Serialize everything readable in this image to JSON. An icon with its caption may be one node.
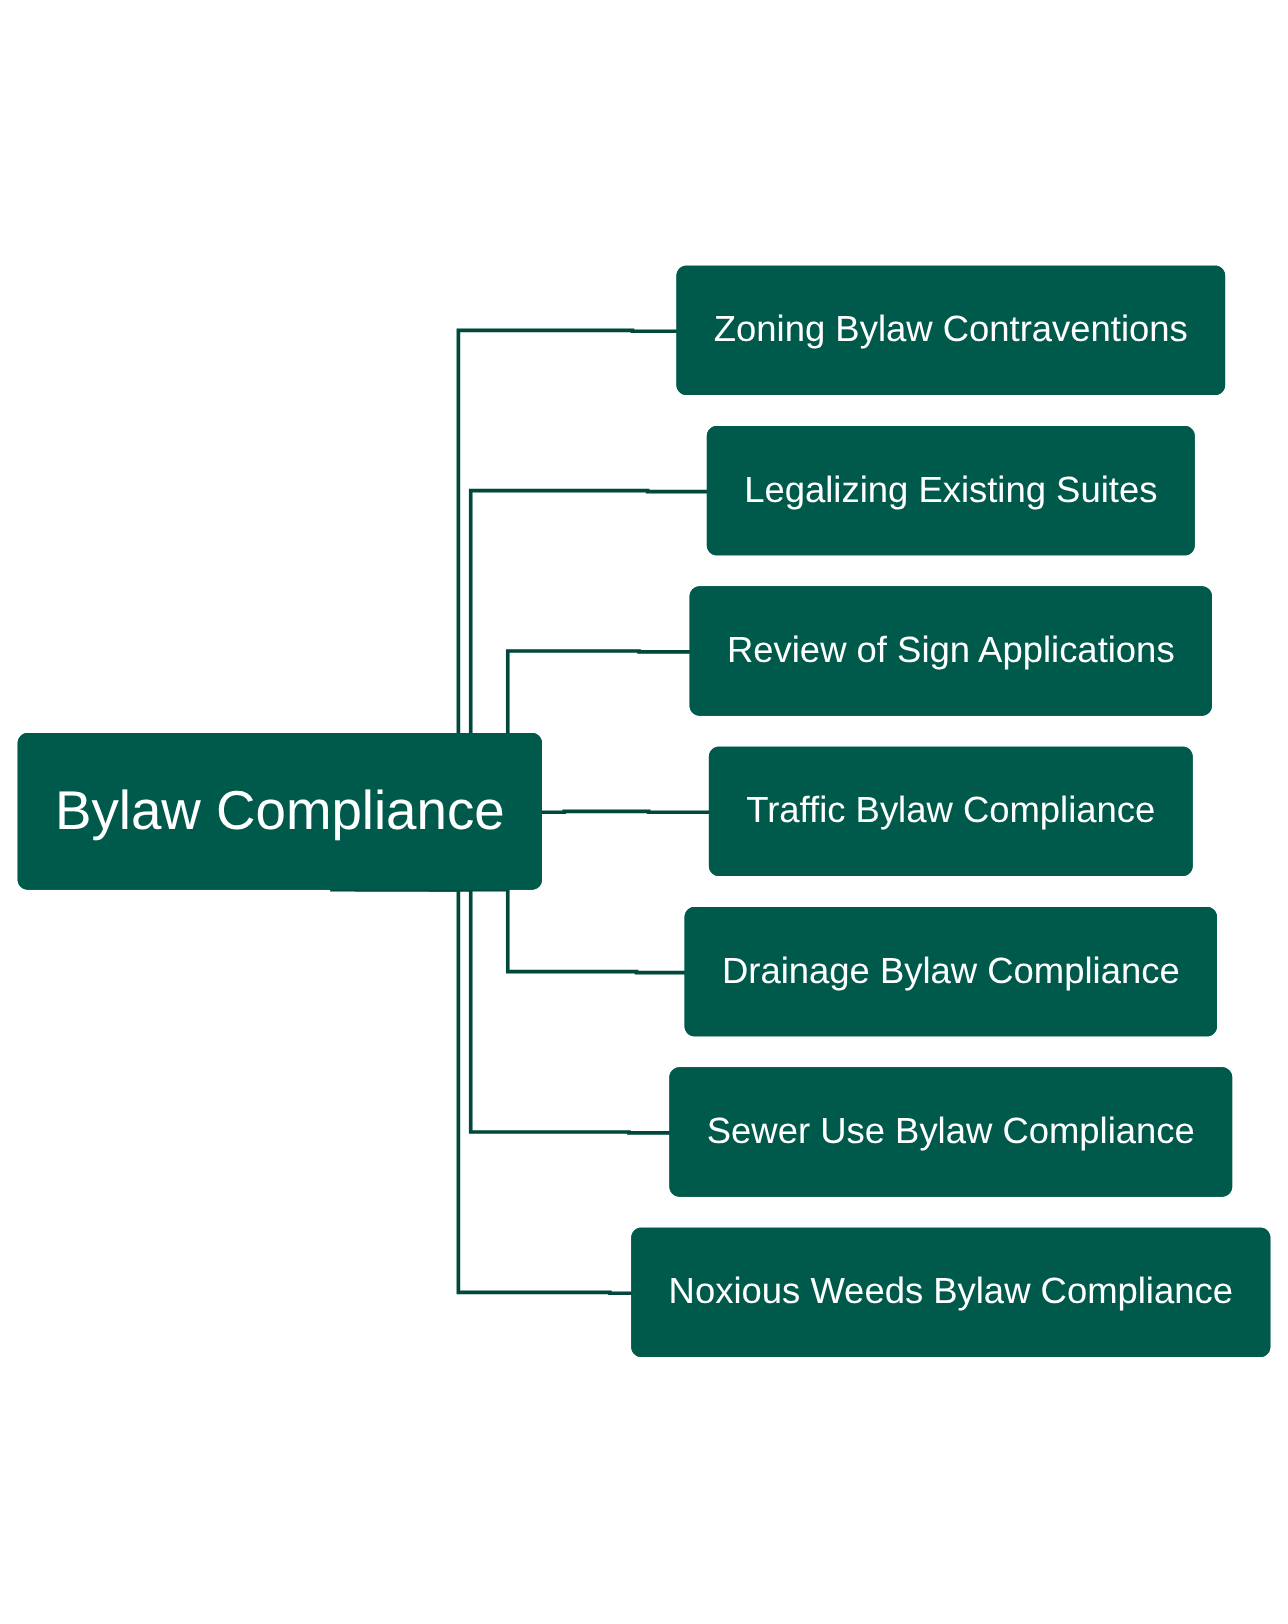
{
  "diagram": {
    "nodes": [
      {
        "text": [
          "Bylaw Compliance"
        ]
      },
      {
        "text": [
          "Zoning Bylaw Contraventions"
        ]
      },
      {
        "text": [
          "Legalizing Existing Suites"
        ]
      },
      {
        "text": [
          "Review of Sign Applications"
        ]
      },
      {
        "text": [
          "Traffic Bylaw Compliance"
        ]
      },
      {
        "text": [
          "Drainage Bylaw Compliance"
        ]
      },
      {
        "text": [
          "Sewer Use Bylaw Compliance"
        ]
      },
      {
        "text": [
          "Noxious Weeds Bylaw Compliance"
        ]
      }
    ],
    "edges": [
      {
        "from": 0,
        "to": 1,
        "arrow": "none"
      },
      {
        "from": 0,
        "to": 2,
        "arrow": "none"
      },
      {
        "from": 0,
        "to": 3,
        "arrow": "none"
      },
      {
        "from": 0,
        "to": 4,
        "arrow": "none"
      },
      {
        "from": 0,
        "to": 5,
        "arrow": "none"
      },
      {
        "from": 0,
        "to": 6,
        "arrow": "none"
      },
      {
        "from": 0,
        "to": 7,
        "arrow": "none"
      }
    ]
  }
}
